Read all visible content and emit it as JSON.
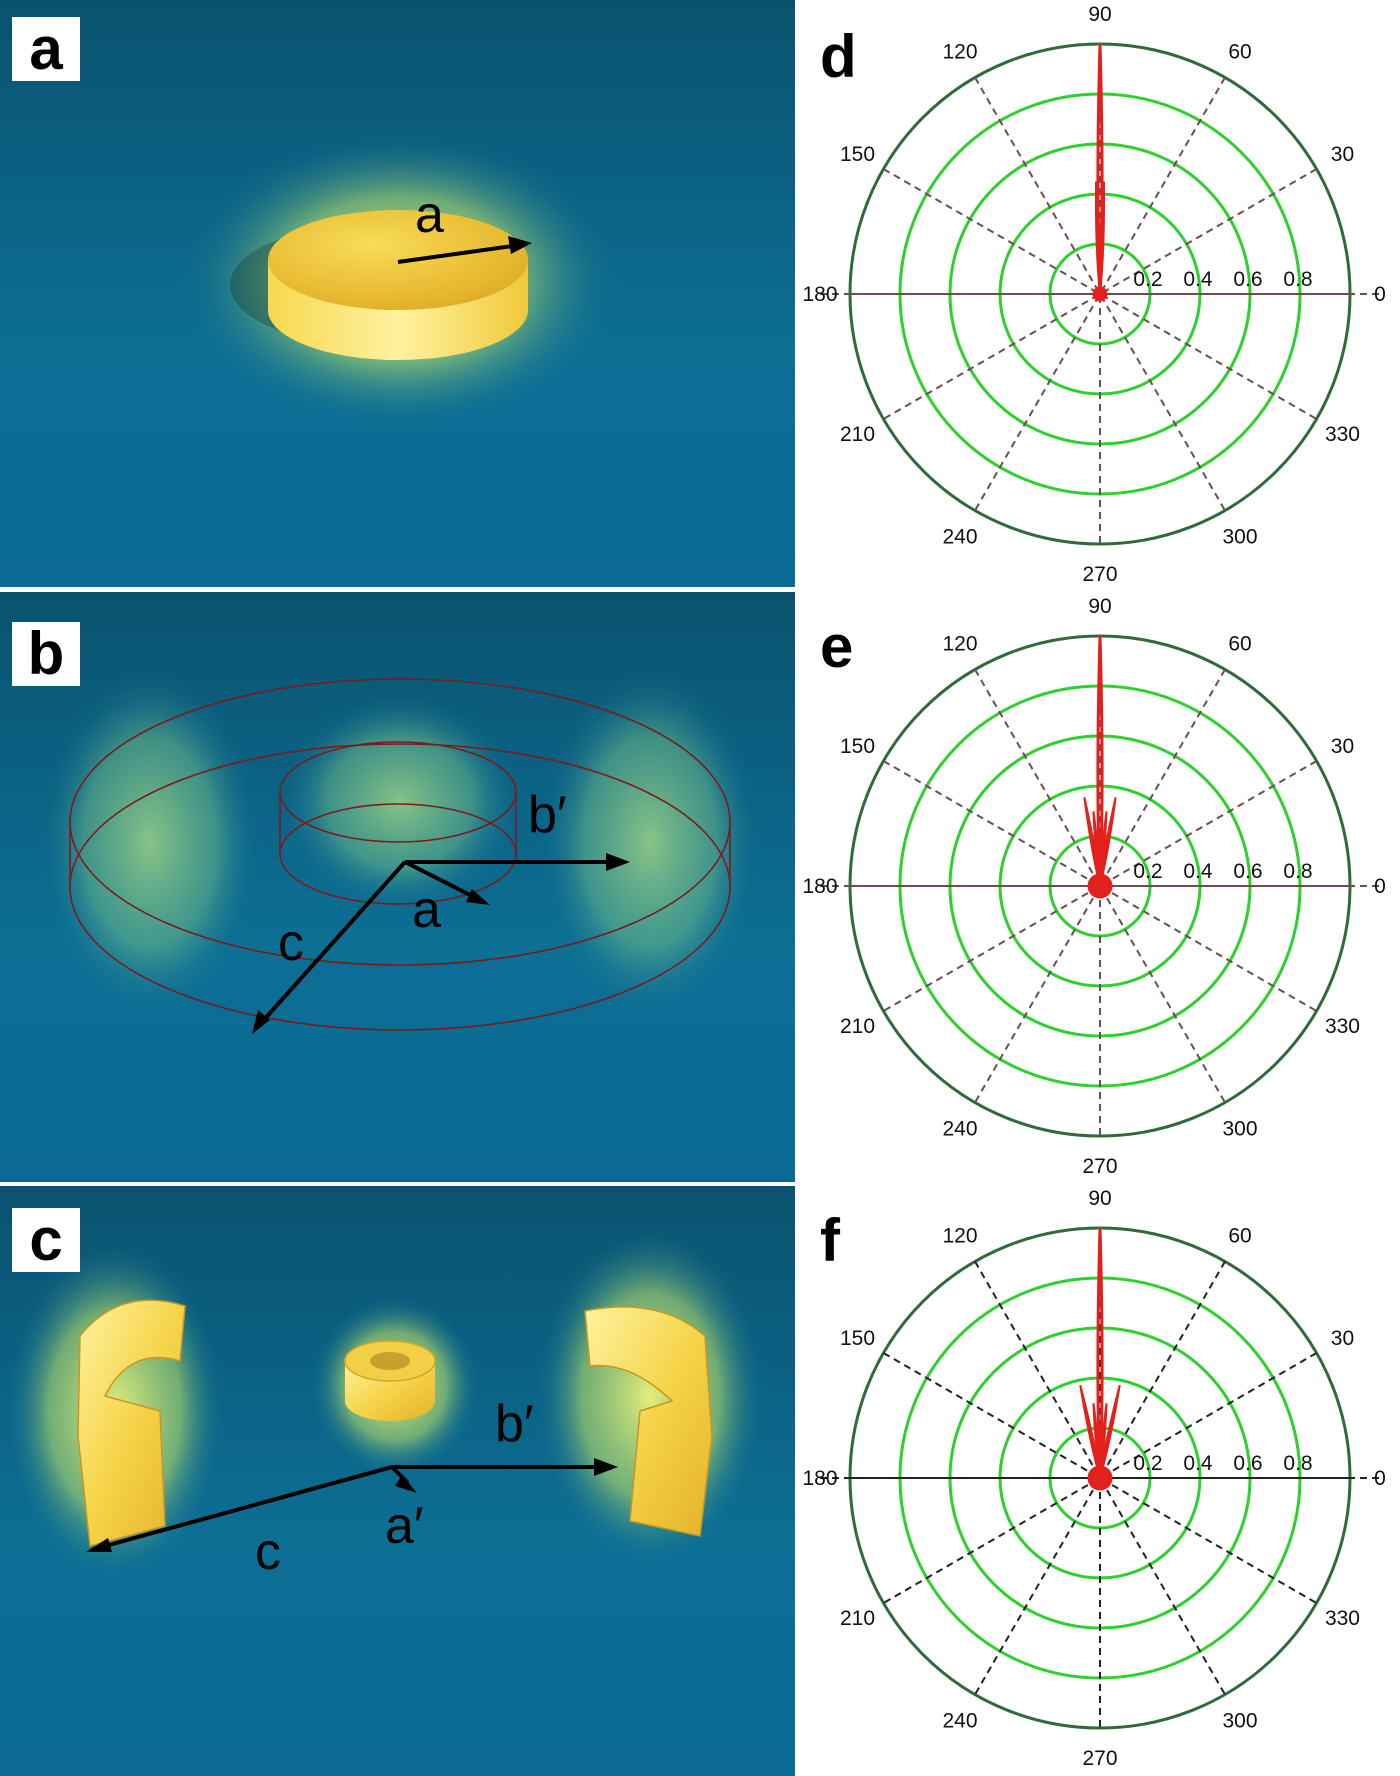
{
  "panels": {
    "a": {
      "letter": "a",
      "labels": {
        "a": "a"
      }
    },
    "b": {
      "letter": "b",
      "labels": {
        "b": "b′",
        "a": "a",
        "c": "c"
      }
    },
    "c": {
      "letter": "c",
      "labels": {
        "b": "b′",
        "a": "a′",
        "c": "c"
      }
    },
    "d": {
      "letter": "d"
    },
    "e": {
      "letter": "e"
    },
    "f": {
      "letter": "f"
    }
  },
  "polar_axes": {
    "angle_labels": [
      "0",
      "30",
      "60",
      "90",
      "120",
      "150",
      "180",
      "210",
      "240",
      "270",
      "300",
      "330"
    ],
    "radial_labels": [
      "0.2",
      "0.4",
      "0.6",
      "0.8"
    ],
    "radial_ticks": [
      0.2,
      0.4,
      0.6,
      0.8,
      1.0
    ]
  },
  "colors": {
    "background_blue": "#0a6a90",
    "gold": "#f2cf45",
    "glow": "#d8f07a",
    "ring_green": "#2ed02e",
    "outer_circle": "#2f6b3a",
    "lobe_red": "#e3201b",
    "spoke_dash": "#6b4e4e"
  },
  "chart_data": [
    {
      "type": "polar",
      "panel": "d",
      "rlim": [
        0,
        1
      ],
      "series": [
        {
          "values": [
            {
              "angle": 90,
              "r": 1.0
            },
            {
              "angle": 88,
              "r": 0.45
            },
            {
              "angle": 92,
              "r": 0.45
            },
            {
              "angle": 0,
              "r": 0.03
            }
          ]
        }
      ]
    },
    {
      "type": "polar",
      "panel": "e",
      "rlim": [
        0,
        1
      ],
      "series": [
        {
          "values": [
            {
              "angle": 90,
              "r": 1.0
            },
            {
              "angle": 80,
              "r": 0.36
            },
            {
              "angle": 100,
              "r": 0.36
            },
            {
              "angle": 85,
              "r": 0.3
            },
            {
              "angle": 95,
              "r": 0.3
            },
            {
              "angle": 0,
              "r": 0.05
            }
          ]
        }
      ]
    },
    {
      "type": "polar",
      "panel": "f",
      "rlim": [
        0,
        1
      ],
      "series": [
        {
          "values": [
            {
              "angle": 90,
              "r": 1.0
            },
            {
              "angle": 78,
              "r": 0.38
            },
            {
              "angle": 102,
              "r": 0.38
            },
            {
              "angle": 85,
              "r": 0.3
            },
            {
              "angle": 95,
              "r": 0.3
            },
            {
              "angle": 0,
              "r": 0.05
            }
          ]
        }
      ]
    }
  ]
}
